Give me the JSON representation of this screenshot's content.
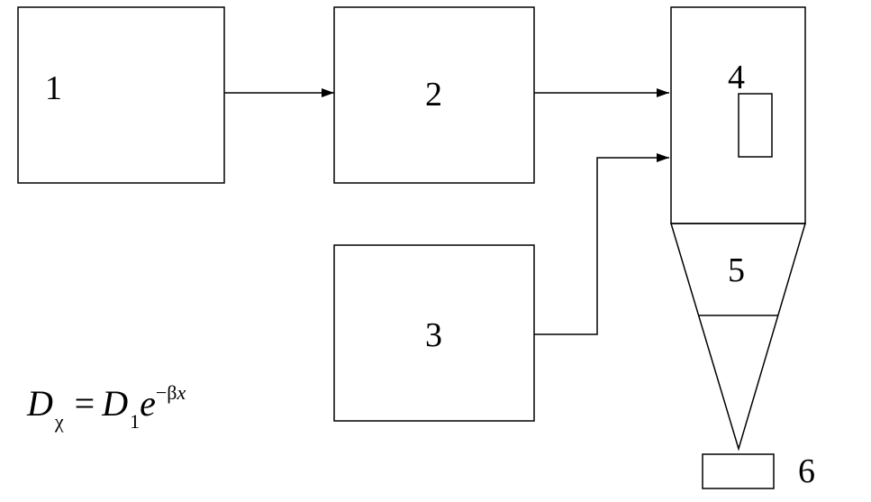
{
  "blocks": {
    "b1": "1",
    "b2": "2",
    "b3": "3",
    "b4": "4",
    "b5": "5",
    "b6": "6"
  },
  "formula": {
    "lhs_var": "D",
    "lhs_sub": "χ",
    "equals": "=",
    "rhs_var": "D",
    "rhs_sub": "1",
    "base": "e",
    "exp_sign": "−β",
    "exp_var": "x"
  }
}
